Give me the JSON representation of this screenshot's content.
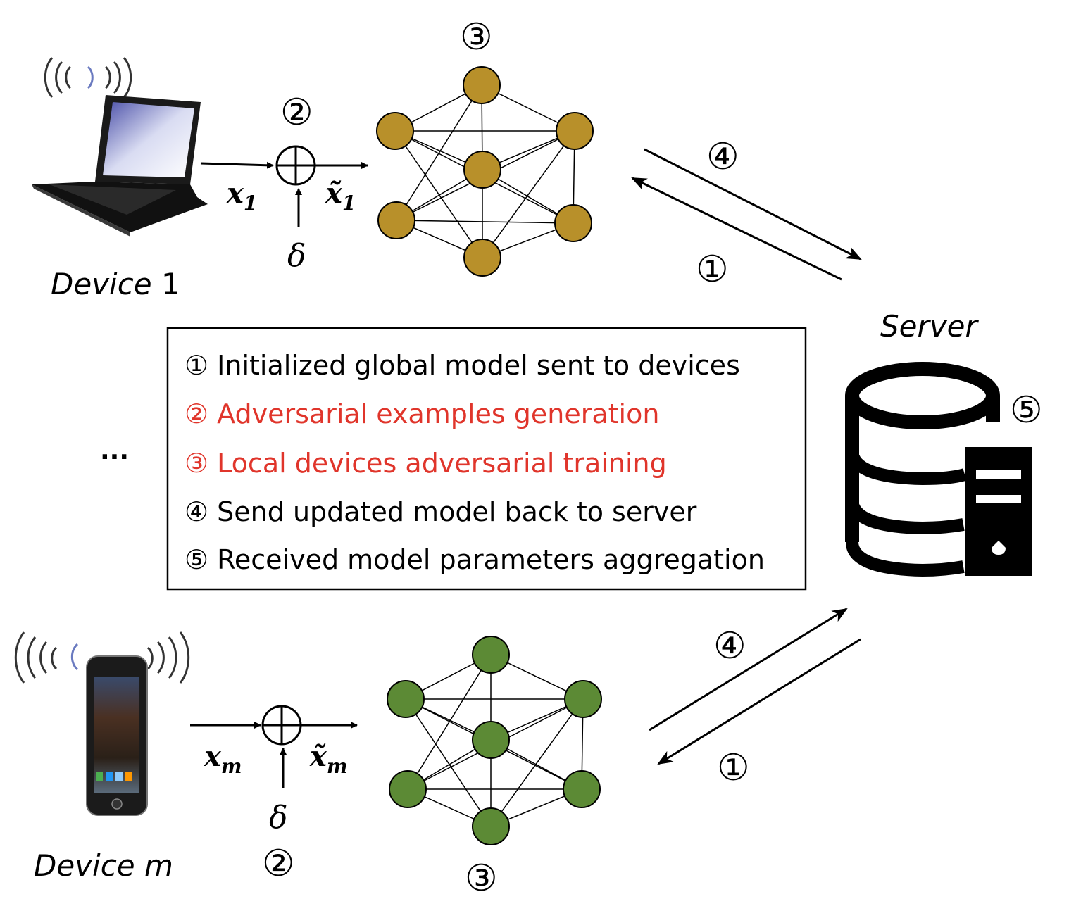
{
  "devices": {
    "top_label": "Device",
    "top_index": "1",
    "bottom_label": "Device m",
    "ellipsis": "..."
  },
  "server": {
    "label": "Server"
  },
  "steps": {
    "s1": "①",
    "s2": "②",
    "s3": "③",
    "s4": "④",
    "s5": "⑤"
  },
  "variables": {
    "x": "x",
    "x_tilde": "x̃",
    "sub_1": "1",
    "sub_m": "m",
    "delta": "δ"
  },
  "legend": {
    "items": [
      {
        "marker": "①",
        "text": "Initialized global model sent to devices",
        "color": "#000000"
      },
      {
        "marker": "②",
        "text": "Adversarial examples generation",
        "color": "#e0352b"
      },
      {
        "marker": "③",
        "text": "Local devices adversarial training",
        "color": "#e0352b"
      },
      {
        "marker": "④",
        "text": "Send updated model back to server",
        "color": "#000000"
      },
      {
        "marker": "⑤",
        "text": "Received model parameters aggregation",
        "color": "#000000"
      }
    ]
  },
  "colors": {
    "top_network_nodes": "#b8902a",
    "bottom_network_nodes": "#5c8a35",
    "highlight_text": "#e0352b",
    "icon": "#000000"
  },
  "icons": {
    "laptop": "laptop-icon",
    "phone": "smartphone-icon",
    "server": "database-server-icon",
    "wifi": "wireless-signal-icon",
    "adder": "circled-plus-icon"
  }
}
